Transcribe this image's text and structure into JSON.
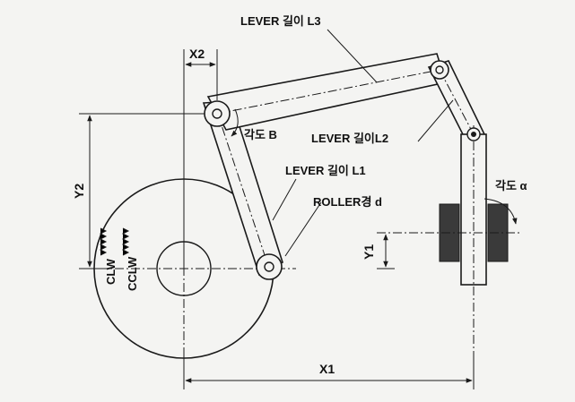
{
  "labels": {
    "lever_l3": "LEVER 길이 L3",
    "lever_l2": "LEVER 길이L2",
    "lever_l1": "LEVER 길이 L1",
    "roller": "ROLLER경 d",
    "angle_b": "각도 B",
    "angle_a": "각도 α",
    "x1": "X1",
    "x2": "X2",
    "y1": "Y1",
    "y2": "Y2",
    "clw": "CLW",
    "cclw": "CCLW"
  },
  "colors": {
    "background": "#f4f4f2",
    "line": "#1a1a1a",
    "roller_block": "#3a3a3a"
  }
}
